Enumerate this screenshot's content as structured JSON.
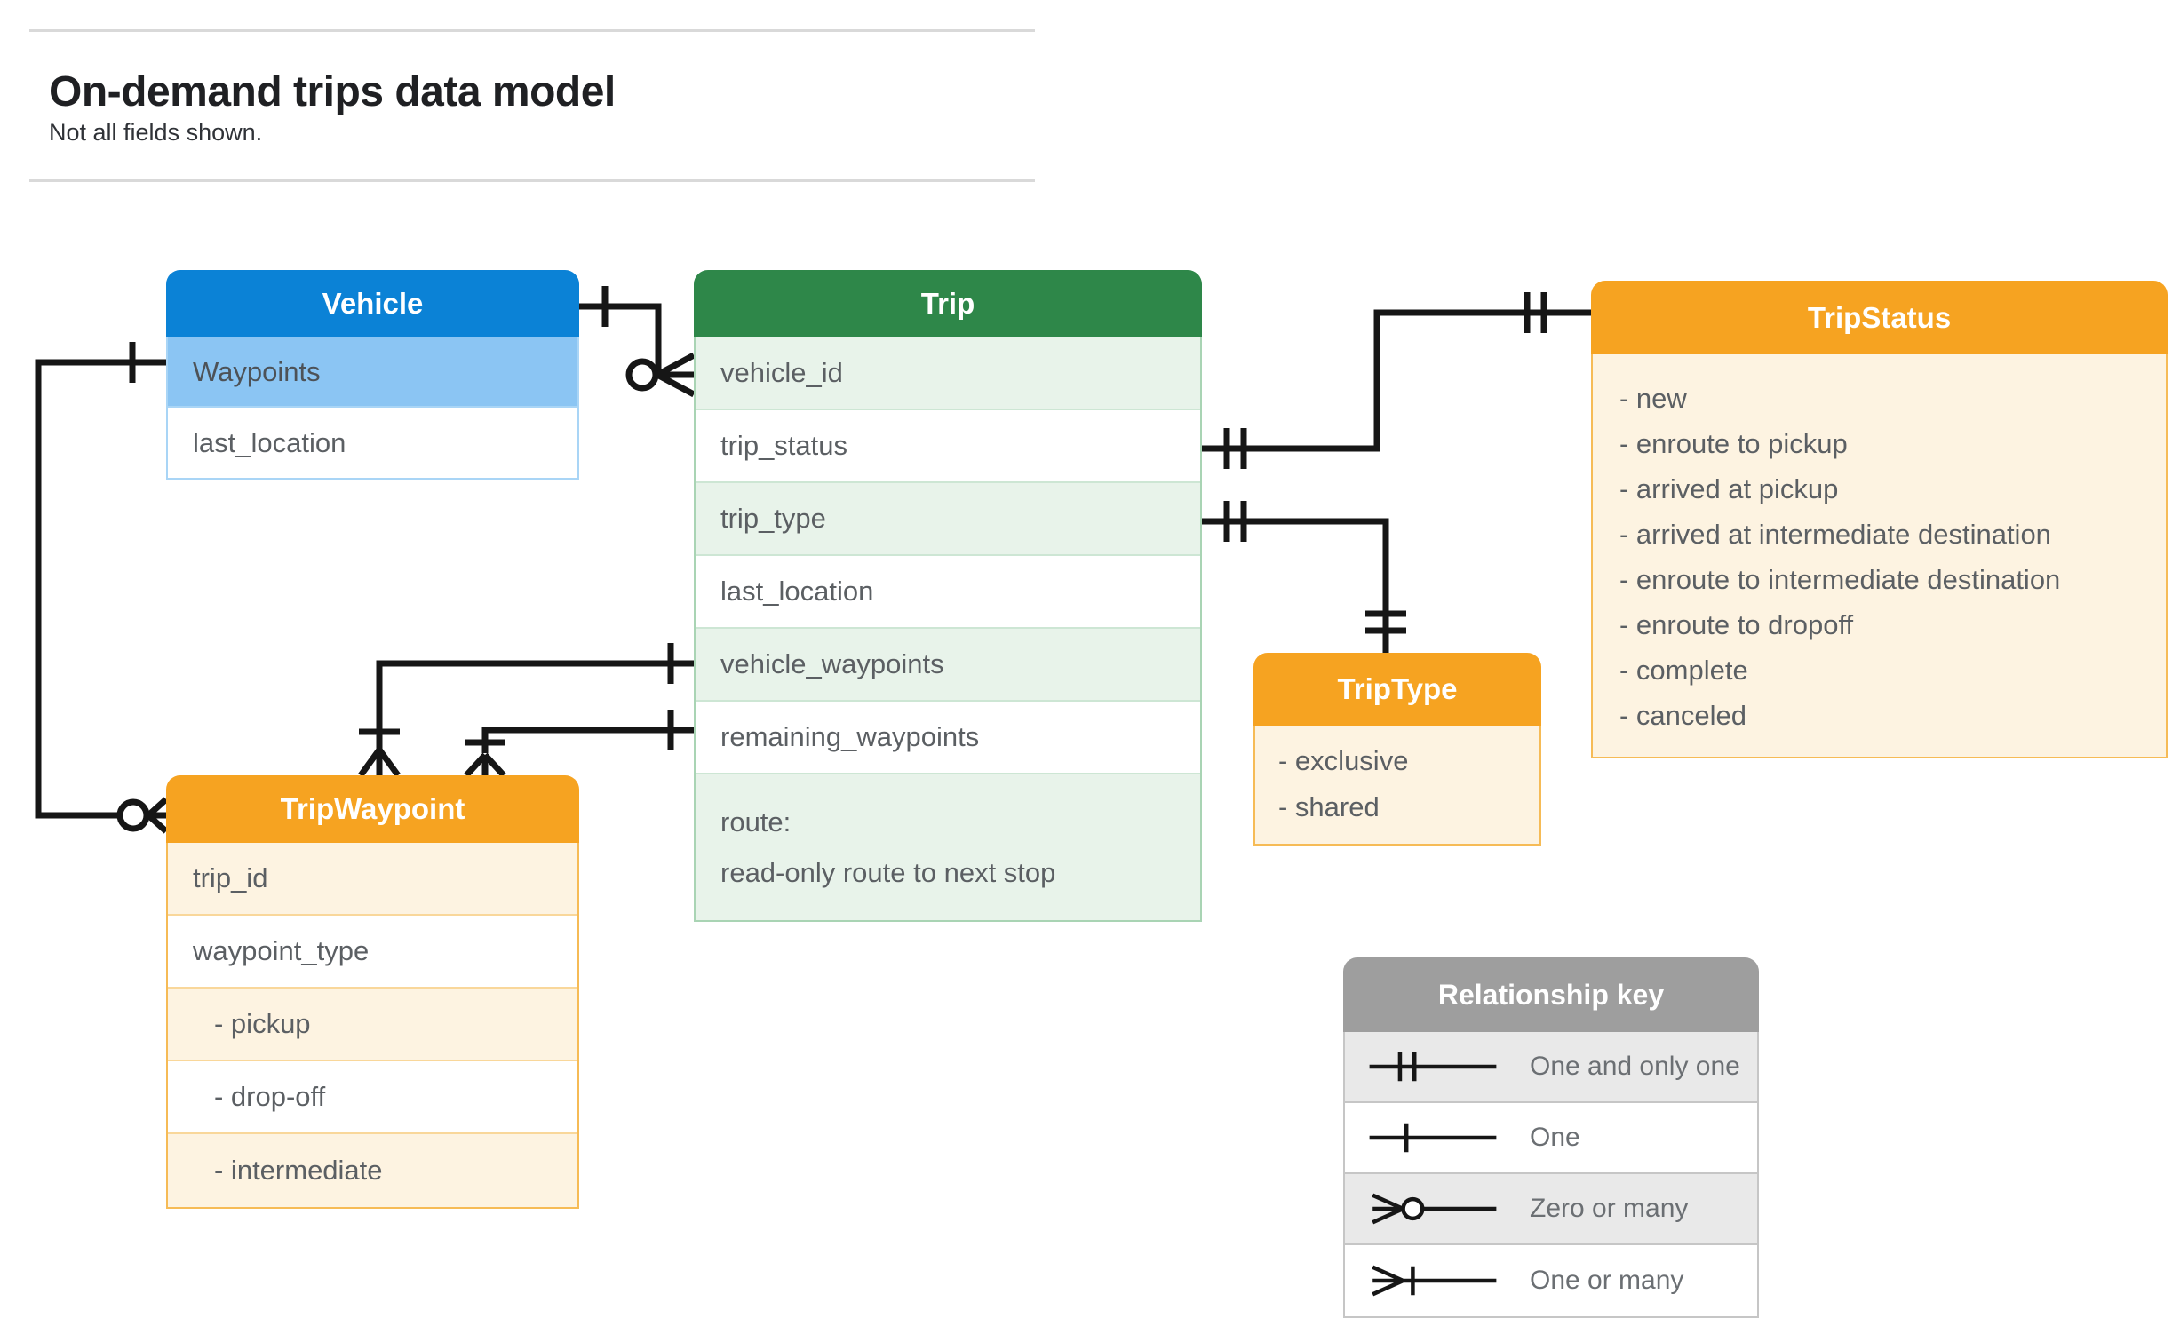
{
  "page": {
    "title": "On-demand trips data model",
    "subtitle": "Not all fields shown."
  },
  "entities": {
    "vehicle": {
      "title": "Vehicle",
      "rows": [
        "Waypoints",
        "last_location"
      ]
    },
    "trip": {
      "title": "Trip",
      "rows": [
        "vehicle_id",
        "trip_status",
        "trip_type",
        "last_location",
        "vehicle_waypoints",
        "remaining_waypoints"
      ],
      "route_line1": "route:",
      "route_line2": "read-only route to next stop"
    },
    "tripstatus": {
      "title": "TripStatus",
      "items": [
        "- new",
        "- enroute to pickup",
        "- arrived at pickup",
        "- arrived at intermediate destination",
        "- enroute to intermediate destination",
        "- enroute to dropoff",
        "- complete",
        "- canceled"
      ]
    },
    "triptype": {
      "title": "TripType",
      "items": [
        "- exclusive",
        "- shared"
      ]
    },
    "tripwaypoint": {
      "title": "TripWaypoint",
      "rows": [
        "trip_id",
        "waypoint_type",
        "- pickup",
        "- drop-off",
        "- intermediate"
      ]
    }
  },
  "legend": {
    "title": "Relationship key",
    "items": [
      {
        "symbol": "one-and-only-one-icon",
        "label": "One and only one"
      },
      {
        "symbol": "one-icon",
        "label": "One"
      },
      {
        "symbol": "zero-or-many-icon",
        "label": "Zero or many"
      },
      {
        "symbol": "one-or-many-icon",
        "label": "One or many"
      }
    ]
  },
  "colors": {
    "vehicle_header": "#0b82d6",
    "vehicle_highlight_row": "#8bc5f3",
    "trip_header": "#2e8749",
    "trip_alt_row": "#e8f3ea",
    "orange_header": "#f6a321",
    "orange_row": "#fdf3e1",
    "legend_header": "#9e9e9e",
    "legend_alt_row": "#e9e9e9",
    "connector": "#161616",
    "row_text": "#5b5f63"
  }
}
